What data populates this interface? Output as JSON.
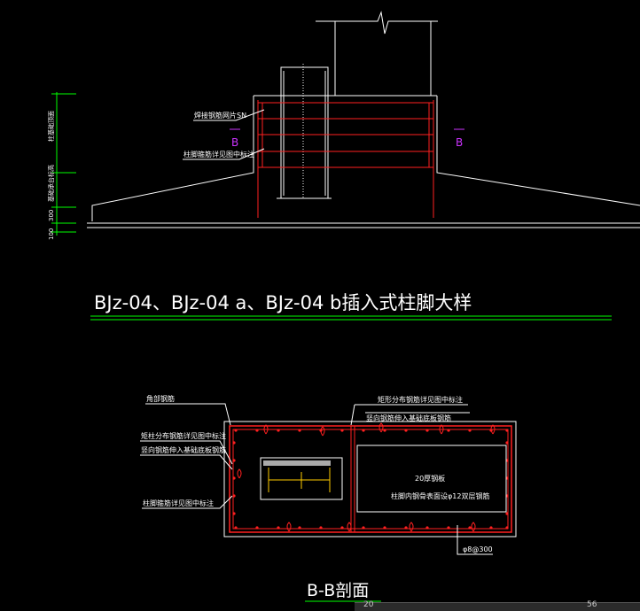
{
  "title_text": "BJz-04、BJz-04 a、BJz-04 b插入式柱脚大样",
  "elevation": {
    "section_marks": [
      "B",
      "B"
    ],
    "notes": {
      "anchor_bolt_note": "焊接钢筋网片SN",
      "stirrup_note": "柱脚箍筋详见图中标注"
    },
    "dimension_labels": [
      "柱基础顶面",
      "基础承台标高",
      "300",
      "100"
    ]
  },
  "section_view": {
    "title": "B-B剖面",
    "labels": {
      "top_left": "角部钢筋",
      "top_right": "矩形分布钢筋详见图中标注",
      "top_right_sub": "竖向钢筋伸入基础底板钢筋",
      "left_1": "矩柱分布钢筋详见图中标注",
      "left_2": "竖向钢筋伸入基础底板钢筋",
      "left_3": "柱脚箍筋详见图中标注",
      "box_line_1": "20厚钢板",
      "box_line_2": "柱脚内钢骨表面设φ12双层钢筋",
      "bottom_right": "φ8@300"
    }
  },
  "status_bar": {
    "left": "20",
    "right": "56"
  },
  "colors": {
    "background": "#000000",
    "lines": "#ffffff",
    "rebar": "#ff2020",
    "dimension": "#00ff00",
    "title_underline": "#00ff00",
    "section_mark": "#cc33ff",
    "hatch": "#ff0000"
  }
}
